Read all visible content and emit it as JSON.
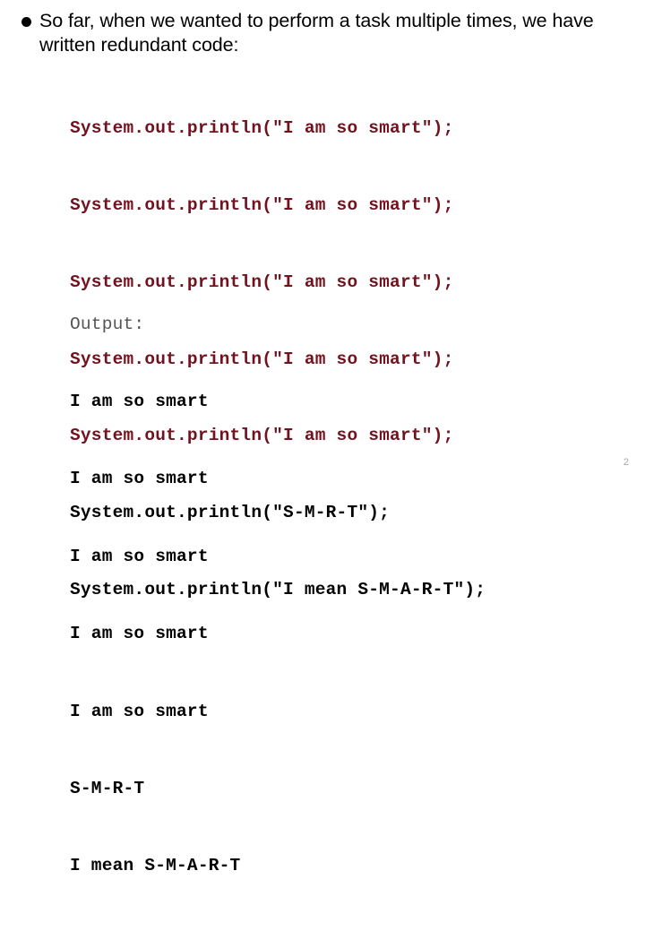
{
  "slide": {
    "background_color": "#ffffff",
    "page_number": "2",
    "heading": {
      "bullet_glyph": "filled-round-bullet",
      "text": "So far, when we wanted to perform a task multiple times, we have written redundant code:"
    },
    "code": {
      "color_red": "#72121f",
      "color_black": "#000000",
      "lines": [
        {
          "text": "System.out.println(\"I am so smart\");",
          "color": "red"
        },
        {
          "text": "System.out.println(\"I am so smart\");",
          "color": "red"
        },
        {
          "text": "System.out.println(\"I am so smart\");",
          "color": "red"
        },
        {
          "text": "System.out.println(\"I am so smart\");",
          "color": "red"
        },
        {
          "text": "System.out.println(\"I am so smart\");",
          "color": "red"
        },
        {
          "text": "System.out.println(\"S-M-R-T\");",
          "color": "black"
        },
        {
          "text": "System.out.println(\"I mean S-M-A-R-T\");",
          "color": "black"
        }
      ]
    },
    "output": {
      "label": "Output:",
      "label_color": "#555555",
      "lines": [
        "I am so smart",
        "I am so smart",
        "I am so smart",
        "I am so smart",
        "I am so smart",
        "S-M-R-T",
        "I mean S-M-A-R-T"
      ]
    }
  }
}
